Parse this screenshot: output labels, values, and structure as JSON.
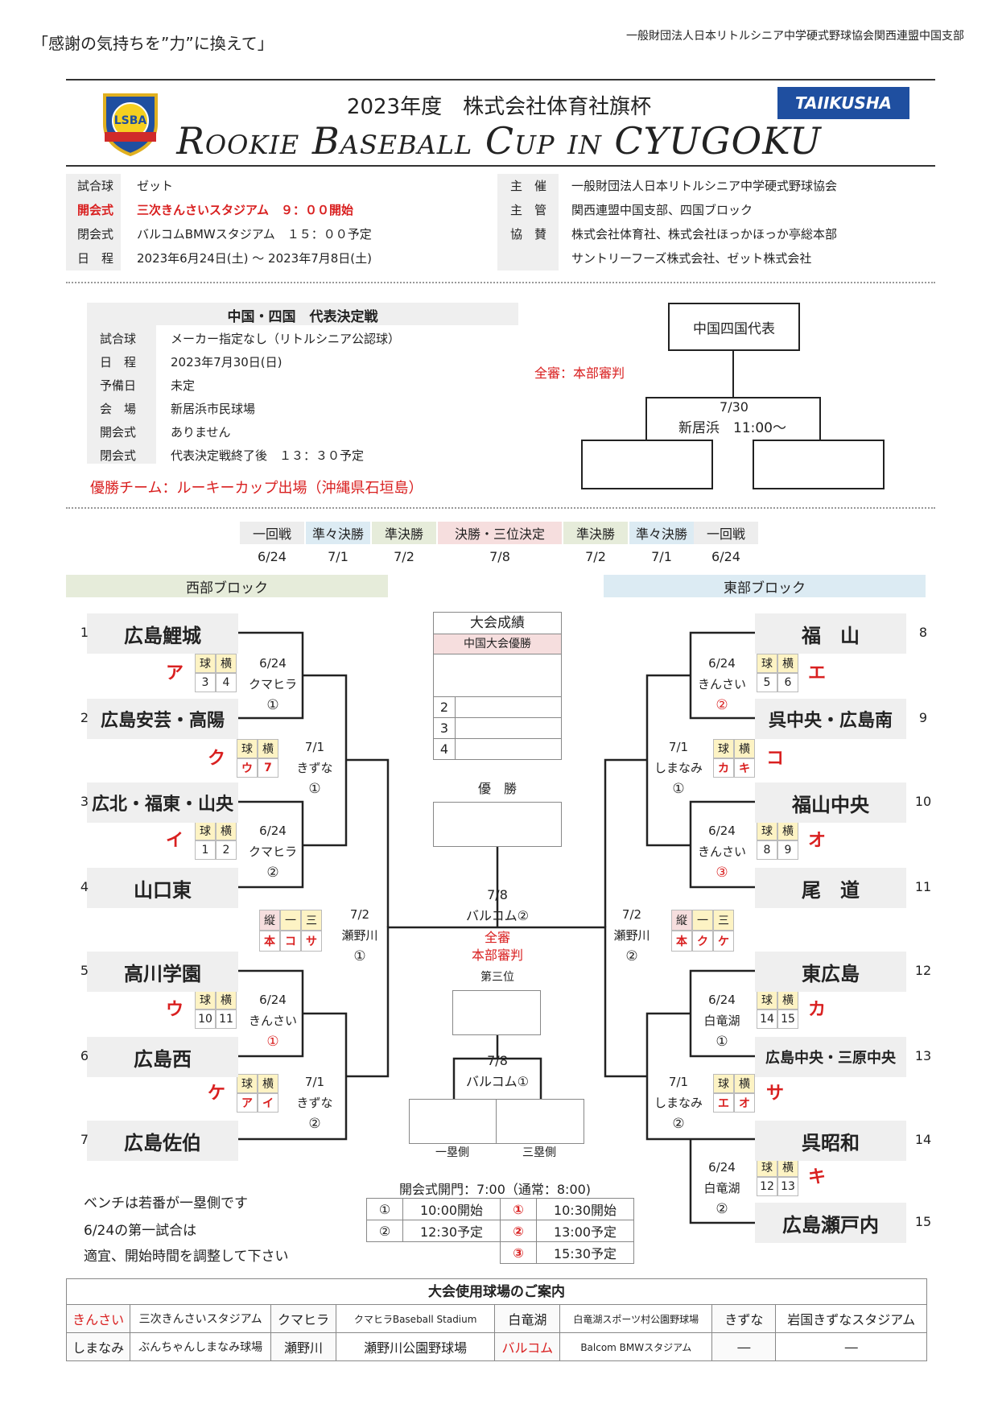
{
  "header": {
    "slogan": "「感謝の気持ちを”力”に換えて」",
    "org_top": "一般財団法人日本リトルシニア中学硬式野球協会関西連盟中国支部",
    "year_title": "2023年度　株式会社体育社旗杯",
    "cup_title": "Rookie Baseball Cup in CYUGOKU",
    "sponsor_logo": "TAIIKUSHA",
    "logo_text": "LSBA"
  },
  "info_left": [
    {
      "label": "試合球",
      "value": "ゼット",
      "red": false
    },
    {
      "label": "開会式",
      "value": "三次きんさいスタジアム　９：００開始",
      "red": true
    },
    {
      "label": "閉会式",
      "value": "バルコムBMWスタジアム　１５：００予定",
      "red": false
    },
    {
      "label": "日　程",
      "value": "2023年6月24日(土) ～ 2023年7月8日(土)",
      "red": false
    }
  ],
  "info_right": [
    {
      "label": "主　催",
      "value": "一般財団法人日本リトルシニア中学硬式野球協会"
    },
    {
      "label": "主　管",
      "value": "関西連盟中国支部、四国ブロック"
    },
    {
      "label": "協　賛",
      "value": "株式会社体育社、株式会社ほっかほっか亭総本部"
    },
    {
      "label": "",
      "value": "サントリーフーズ株式会社、ゼット株式会社"
    }
  ],
  "rep": {
    "title": "中国・四国　代表決定戦",
    "rows": [
      {
        "label": "試合球",
        "value": "メーカー指定なし（リトルシニア公認球）"
      },
      {
        "label": "日　程",
        "value": "2023年7月30日(日)"
      },
      {
        "label": "予備日",
        "value": "未定"
      },
      {
        "label": "会　場",
        "value": "新居浜市民球場"
      },
      {
        "label": "開会式",
        "value": "ありません"
      },
      {
        "label": "閉会式",
        "value": "代表決定戦終了後　１３：３０予定"
      }
    ],
    "winner_note": "優勝チーム：ルーキーカップ出場（沖縄県石垣島）",
    "umpire_note": "全審：本部審判",
    "rep_box": "中国四国代表",
    "rep_date": "7/30",
    "rep_time": "新居浜　11:00～"
  },
  "rounds": [
    {
      "name": "一回戦",
      "date": "6/24",
      "color": "#ededed"
    },
    {
      "name": "準々決勝",
      "date": "7/1",
      "color": "#dcebf3"
    },
    {
      "name": "準決勝",
      "date": "7/2",
      "color": "#e6ecda"
    },
    {
      "name": "決勝・三位決定",
      "date": "7/8",
      "color": "#f6dede"
    },
    {
      "name": "準決勝",
      "date": "7/2",
      "color": "#e6ecda"
    },
    {
      "name": "準々決勝",
      "date": "7/1",
      "color": "#dcebf3"
    },
    {
      "name": "一回戦",
      "date": "6/24",
      "color": "#ededed"
    }
  ],
  "blocks": {
    "west": "西部ブロック",
    "east": "東部ブロック"
  },
  "teams": [
    {
      "no": "1",
      "name": "広島鯉城"
    },
    {
      "no": "2",
      "name": "広島安芸・高陽"
    },
    {
      "no": "3",
      "name": "広北・福東・山央"
    },
    {
      "no": "4",
      "name": "山口東"
    },
    {
      "no": "5",
      "name": "高川学園"
    },
    {
      "no": "6",
      "name": "広島西"
    },
    {
      "no": "7",
      "name": "広島佐伯"
    },
    {
      "no": "8",
      "name": "福　山"
    },
    {
      "no": "9",
      "name": "呉中央・広島南"
    },
    {
      "no": "10",
      "name": "福山中央"
    },
    {
      "no": "11",
      "name": "尾　道"
    },
    {
      "no": "12",
      "name": "東広島"
    },
    {
      "no": "13",
      "name": "広島中央・三原中央"
    },
    {
      "no": "14",
      "name": "呉昭和"
    },
    {
      "no": "15",
      "name": "広島瀬戸内"
    }
  ],
  "kk_labels": {
    "ball": "球",
    "side": "横"
  },
  "matches": {
    "a": {
      "date": "6/24",
      "venue": "クマヒラ",
      "num": "①",
      "kata": "ア",
      "b": "3",
      "s": "4"
    },
    "i": {
      "date": "6/24",
      "venue": "クマヒラ",
      "num": "②",
      "kata": "イ",
      "b": "1",
      "s": "2"
    },
    "u": {
      "date": "6/24",
      "venue": "きんさい",
      "num": "①",
      "kata": "ウ",
      "b": "10",
      "s": "11"
    },
    "ku": {
      "date": "7/1",
      "venue": "きずな",
      "num": "①",
      "kata": "ク",
      "b": "ウ",
      "s": "7"
    },
    "ke": {
      "date": "7/1",
      "venue": "きずな",
      "num": "②",
      "kata": "ケ",
      "b": "ア",
      "s": "イ"
    },
    "e": {
      "date": "6/24",
      "venue": "きんさい",
      "num": "②",
      "kata": "エ",
      "b": "5",
      "s": "6"
    },
    "o": {
      "date": "6/24",
      "venue": "きんさい",
      "num": "③",
      "kata": "オ",
      "b": "8",
      "s": "9"
    },
    "ka": {
      "date": "6/24",
      "venue": "白竜湖",
      "num": "①",
      "kata": "カ",
      "b": "14",
      "s": "15"
    },
    "ki": {
      "date": "6/24",
      "venue": "白竜湖",
      "num": "②",
      "kata": "キ",
      "b": "12",
      "s": "13"
    },
    "ko": {
      "date": "7/1",
      "venue": "しまなみ",
      "num": "①",
      "kata": "コ",
      "b": "カ",
      "s": "キ"
    },
    "sa": {
      "date": "7/1",
      "venue": "しまなみ",
      "num": "②",
      "kata": "サ",
      "b": "エ",
      "s": "オ"
    },
    "semi_w": {
      "date": "7/2",
      "venue": "瀬野川",
      "num": "①"
    },
    "semi_e": {
      "date": "7/2",
      "venue": "瀬野川",
      "num": "②"
    },
    "final": {
      "date": "7/8",
      "venue": "バルコム②",
      "umpire": "全審\n本部審判"
    },
    "third": {
      "date": "7/8",
      "venue": "バルコム①",
      "label": "第三位",
      "first": "一塁側",
      "third_side": "三塁側"
    }
  },
  "semi_boxes": {
    "head": [
      "縦",
      "一",
      "三"
    ],
    "west": [
      "本",
      "コ",
      "サ"
    ],
    "east": [
      "本",
      "ク",
      "ケ"
    ]
  },
  "results": {
    "title": "大会成績",
    "sub": "中国大会優勝",
    "places": [
      "2",
      "3",
      "4"
    ],
    "champion_label": "優　勝"
  },
  "notes": [
    "ベンチは若番が一塁側です",
    "6/24の第一試合は",
    "適宜、開始時間を調整して下さい"
  ],
  "times": {
    "gate": "開会式開門：7:00（通常：8:00)",
    "rows": [
      {
        "a": "①",
        "b": "10:00開始",
        "c": "①",
        "d": "10:30開始"
      },
      {
        "a": "②",
        "b": "12:30予定",
        "c": "②",
        "d": "13:00予定"
      },
      {
        "a": "",
        "b": "",
        "c": "③",
        "d": "15:30予定"
      }
    ]
  },
  "venues": {
    "title": "大会使用球場のご案内",
    "rows": [
      [
        {
          "t": "きんさい",
          "red": true
        },
        {
          "t": "三次きんさいスタジアム"
        },
        {
          "t": "クマヒラ"
        },
        {
          "t": "クマヒラBaseball Stadium"
        },
        {
          "t": "白竜湖"
        },
        {
          "t": "白竜湖スポーツ村公園野球場"
        },
        {
          "t": "きずな"
        },
        {
          "t": "岩国きずなスタジアム"
        }
      ],
      [
        {
          "t": "しまなみ"
        },
        {
          "t": "ぶんちゃんしまなみ球場"
        },
        {
          "t": "瀬野川"
        },
        {
          "t": "瀬野川公園野球場"
        },
        {
          "t": "バルコム",
          "red": true
        },
        {
          "t": "Balcom BMWスタジアム"
        },
        {
          "t": "―"
        },
        {
          "t": "―"
        }
      ]
    ]
  }
}
